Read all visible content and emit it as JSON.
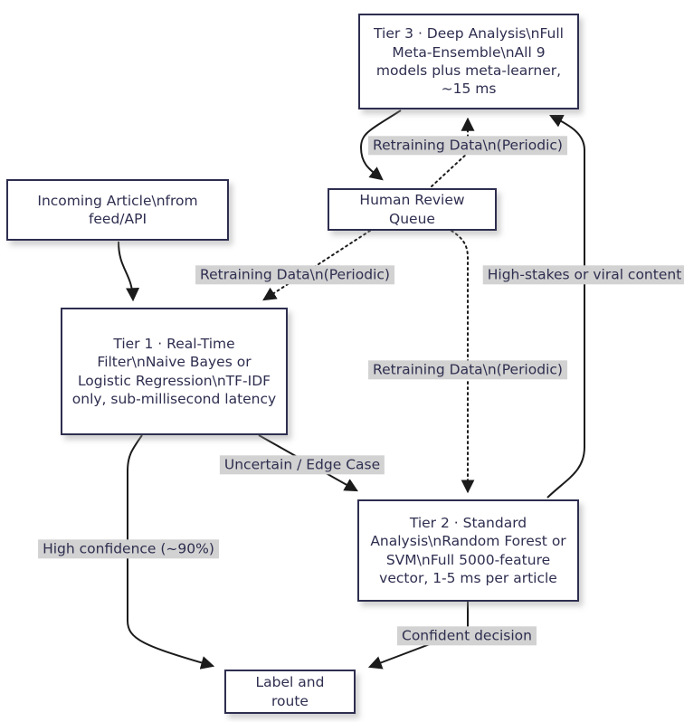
{
  "diagram": {
    "type": "flowchart",
    "colors": {
      "node_border": "#2e2e50",
      "node_fill": "#ffffff",
      "text": "#2e2e50",
      "edge": "#1b1b1b",
      "edge_label_bg": "#d2d2d2",
      "background": "#ffffff"
    },
    "nodes": {
      "tier3": {
        "label": "Tier 3 · Deep Analysis\\nFull Meta-Ensemble\\nAll 9 models plus meta-learner, ~15 ms"
      },
      "incoming": {
        "label": "Incoming Article\\nfrom feed/API"
      },
      "human_review": {
        "label": "Human Review Queue"
      },
      "tier1": {
        "label": "Tier 1 · Real-Time Filter\\nNaive Bayes or Logistic Regression\\nTF-IDF only, sub-millisecond latency"
      },
      "tier2": {
        "label": "Tier 2 · Standard Analysis\\nRandom Forest or SVM\\nFull 5000-feature vector, 1-5 ms per article"
      },
      "label_route": {
        "label": "Label and route"
      }
    },
    "edge_labels": {
      "retraining_top": {
        "text": "Retraining Data\\n(Periodic)",
        "edge": "human_review -> tier3",
        "style": "dotted"
      },
      "retraining_left": {
        "text": "Retraining Data\\n(Periodic)",
        "edge": "human_review -> tier1",
        "style": "dotted"
      },
      "retraining_mid": {
        "text": "Retraining Data\\n(Periodic)",
        "edge": "human_review -> tier2",
        "style": "dotted"
      },
      "high_stakes": {
        "text": "High-stakes or viral content",
        "edge": "tier2 -> tier3",
        "style": "solid"
      },
      "uncertain": {
        "text": "Uncertain / Edge Case",
        "edge": "tier1 -> tier2",
        "style": "solid"
      },
      "high_confidence": {
        "text": "High confidence (~90%)",
        "edge": "tier1 -> label_route",
        "style": "solid"
      },
      "confident": {
        "text": "Confident decision",
        "edge": "tier2 -> label_route",
        "style": "solid"
      }
    },
    "unlabeled_edges": [
      "incoming -> tier1",
      "tier3 -> human_review"
    ]
  }
}
